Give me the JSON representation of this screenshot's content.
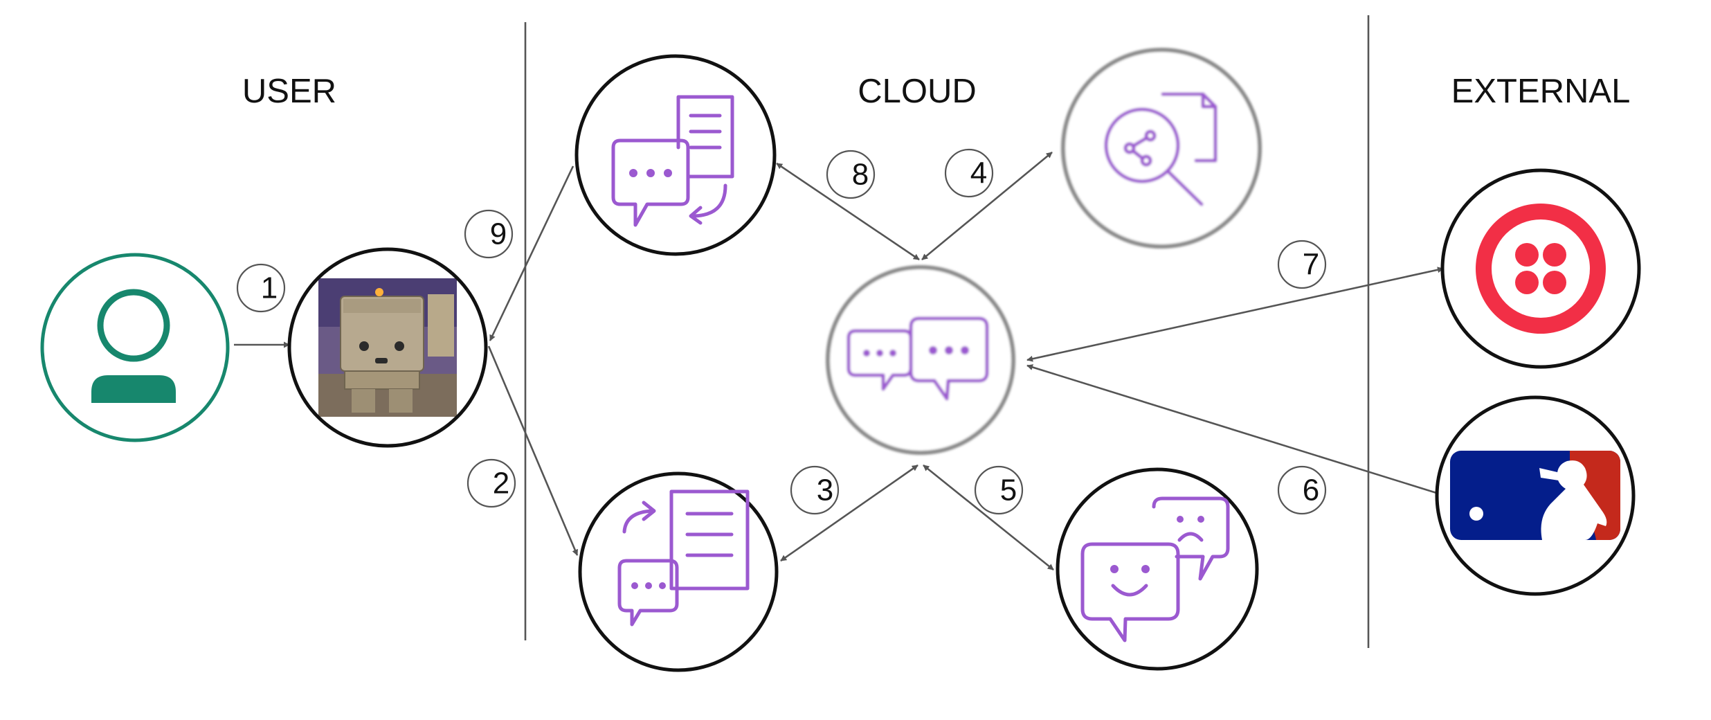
{
  "sections": {
    "user": "USER",
    "cloud": "CLOUD",
    "external": "EXTERNAL"
  },
  "steps": [
    "1",
    "2",
    "3",
    "4",
    "5",
    "6",
    "7",
    "8",
    "9"
  ],
  "colors": {
    "user_icon": "#17876d",
    "purple_icon": "#9b59d0",
    "twilio": "#f22f46",
    "mlb_blue": "#041e8b",
    "mlb_red": "#c4291c",
    "arrow": "#555555"
  },
  "nodes": [
    {
      "id": "user",
      "icon": "user-icon"
    },
    {
      "id": "robot",
      "icon": "robot-photo"
    },
    {
      "id": "speech-to-text",
      "icon": "chat-to-document-icon"
    },
    {
      "id": "text-to-speech",
      "icon": "document-to-chat-icon"
    },
    {
      "id": "conversation",
      "icon": "conversation-icon"
    },
    {
      "id": "discovery",
      "icon": "discovery-search-icon"
    },
    {
      "id": "tone-analyzer",
      "icon": "tone-faces-icon"
    },
    {
      "id": "twilio",
      "icon": "twilio-logo"
    },
    {
      "id": "mlb",
      "icon": "mlb-logo"
    }
  ]
}
